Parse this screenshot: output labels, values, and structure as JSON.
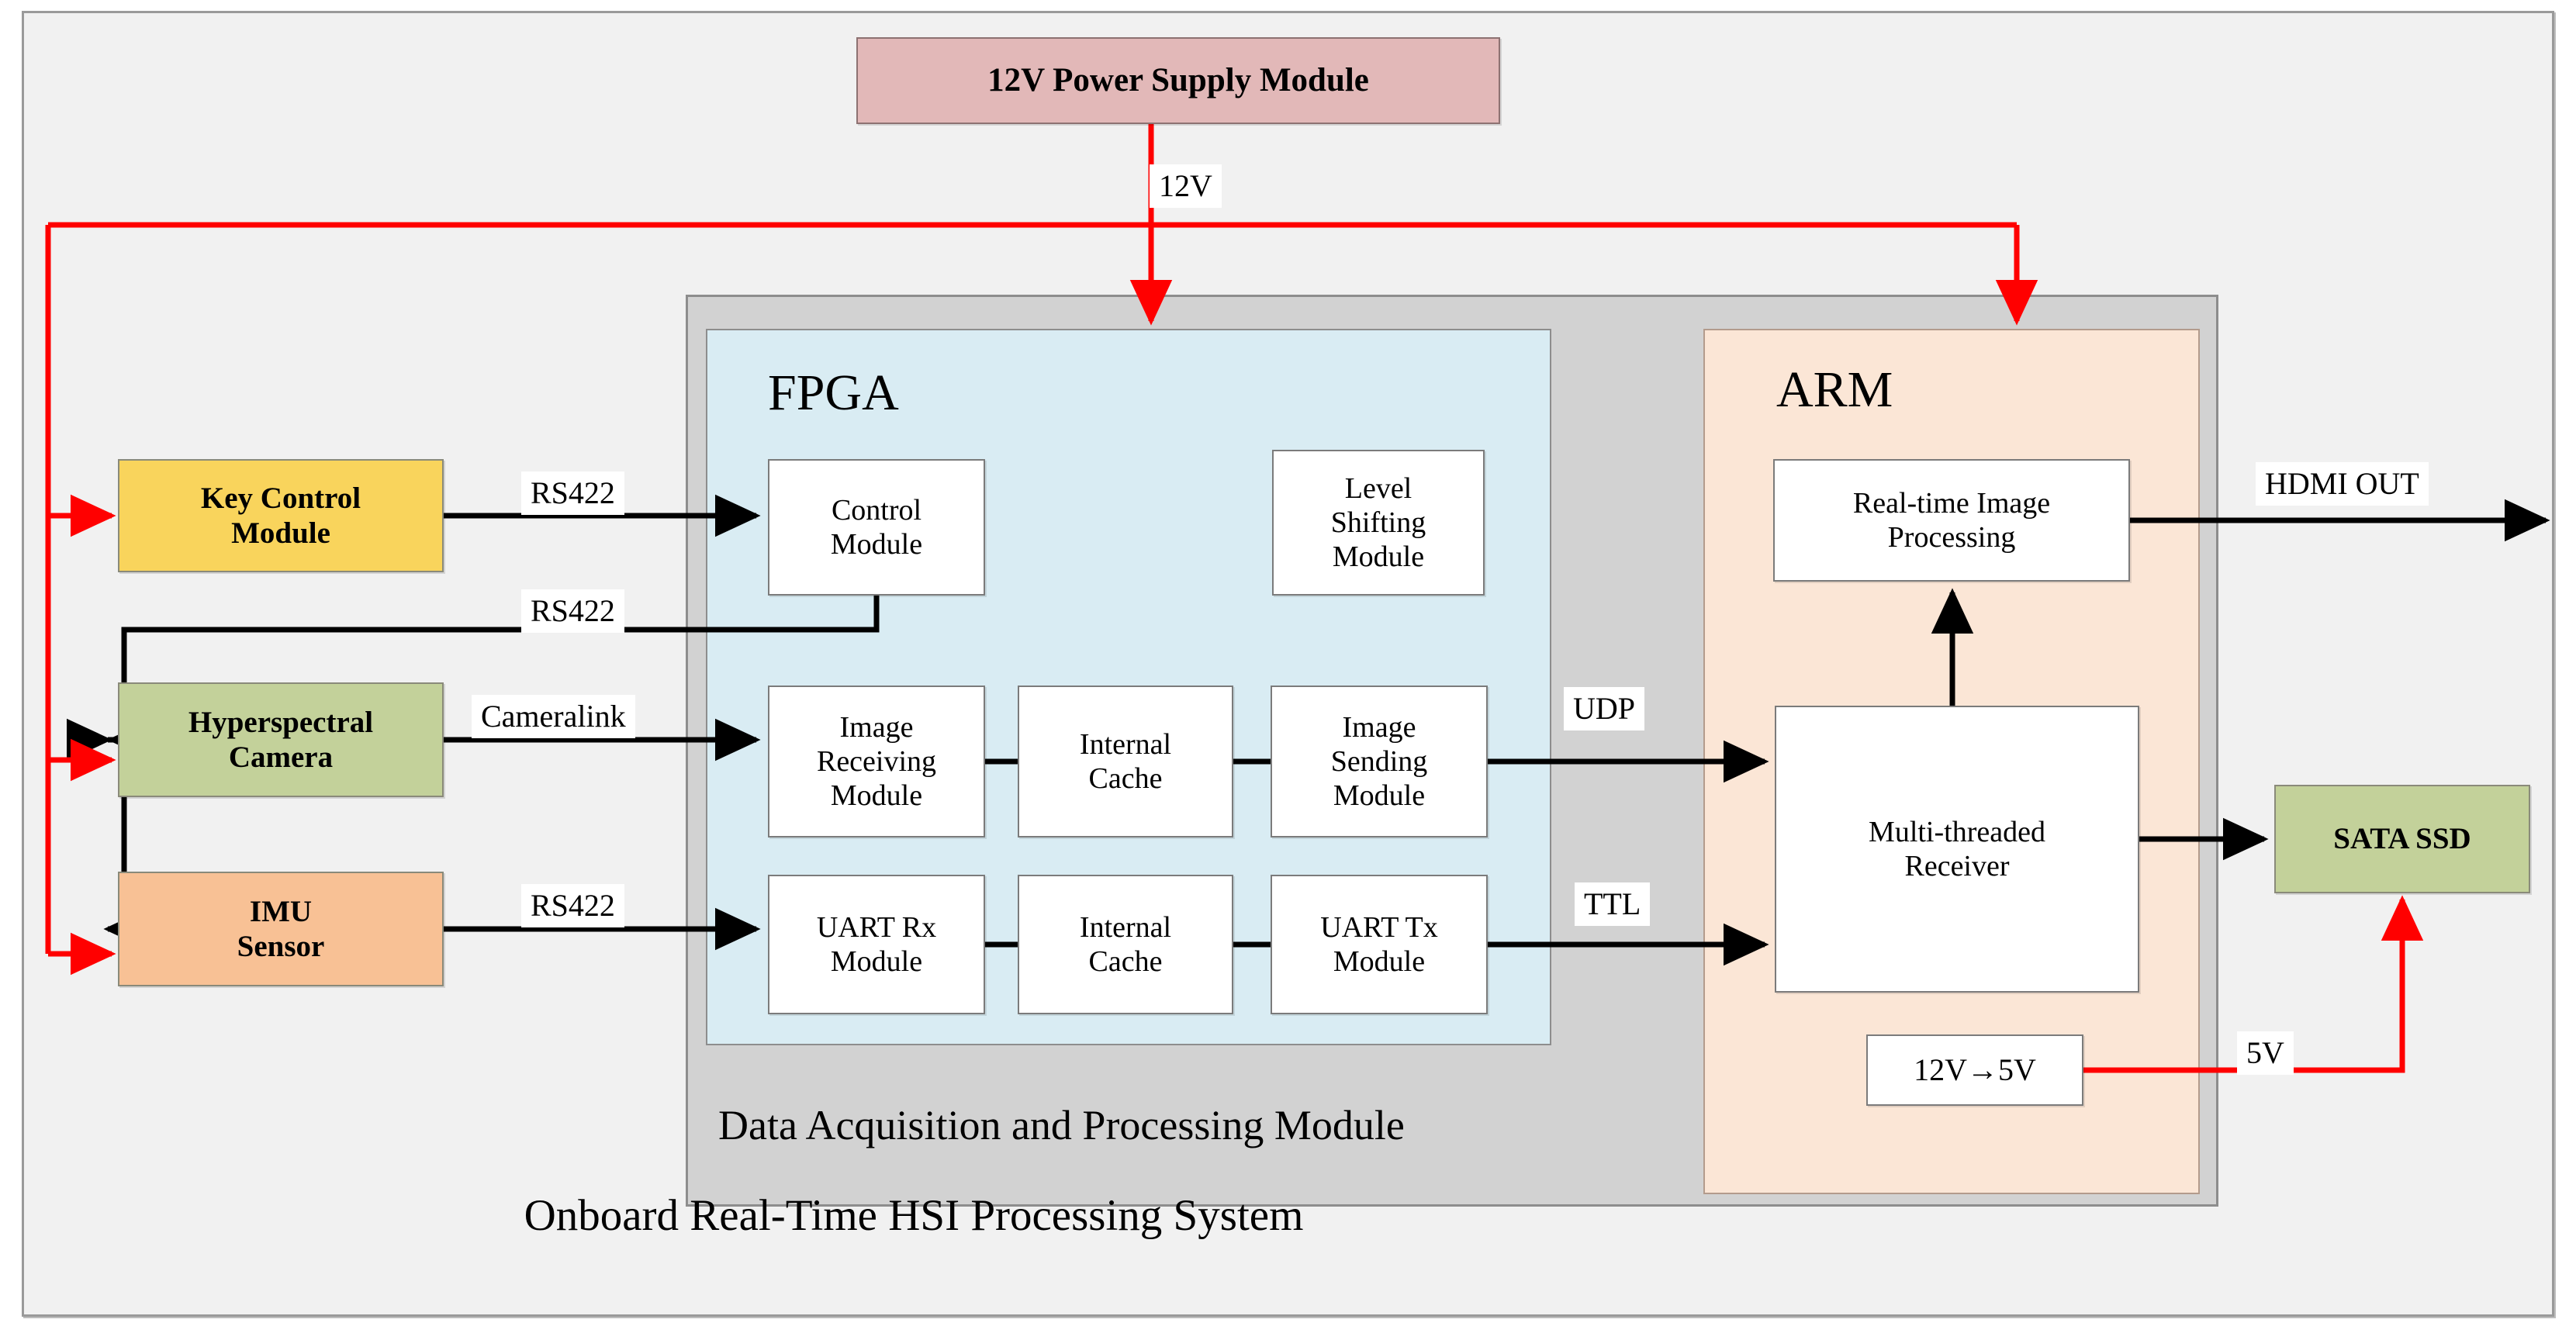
{
  "diagram": {
    "system_caption": "Onboard Real-Time HSI Processing System",
    "daq_caption": "Data Acquisition and Processing Module",
    "fpga_title": "FPGA",
    "arm_title": "ARM"
  },
  "modules": {
    "power_supply": "12V Power Supply Module",
    "key_control": "Key Control\nModule",
    "hyperspectral_camera": "Hyperspectral\nCamera",
    "imu_sensor": "IMU\nSensor",
    "sata_ssd": "SATA SSD"
  },
  "fpga_blocks": {
    "control_module": "Control\nModule",
    "level_shifting_module": "Level\nShifting\nModule",
    "image_receiving_module": "Image\nReceiving\nModule",
    "internal_cache_image": "Internal\nCache",
    "image_sending_module": "Image\nSending\nModule",
    "uart_rx_module": "UART Rx\nModule",
    "internal_cache_uart": "Internal\nCache",
    "uart_tx_module": "UART Tx\nModule"
  },
  "arm_blocks": {
    "realtime_image_processing": "Real-time Image\nProcessing",
    "multi_threaded_receiver": "Multi-threaded\nReceiver",
    "voltage_converter": "12V→5V"
  },
  "edge_labels": {
    "power_12v": "12V",
    "key_to_control_rs422": "RS422",
    "control_return_rs422": "RS422",
    "camera_cameralink": "Cameralink",
    "imu_rs422": "RS422",
    "image_udp": "UDP",
    "uart_ttl": "TTL",
    "hdmi_out": "HDMI OUT",
    "converter_5v": "5V"
  },
  "colors": {
    "page_background": "#ffffff",
    "system_frame_fill": "#f1f1f1",
    "system_frame_border": "#9a9a9a",
    "daq_fill": "#d2d2d2",
    "fpga_fill": "#d9ecf3",
    "arm_fill": "#fbe6d6",
    "power_module": "#e2b8b8",
    "key_control_module": "#f9d45c",
    "hyperspectral_camera": "#c3d19a",
    "imu_sensor": "#f8c195",
    "sata_ssd": "#c3d19a",
    "block_fill": "#ffffff",
    "signal_line": "#000000",
    "power_line": "#ff0000"
  }
}
